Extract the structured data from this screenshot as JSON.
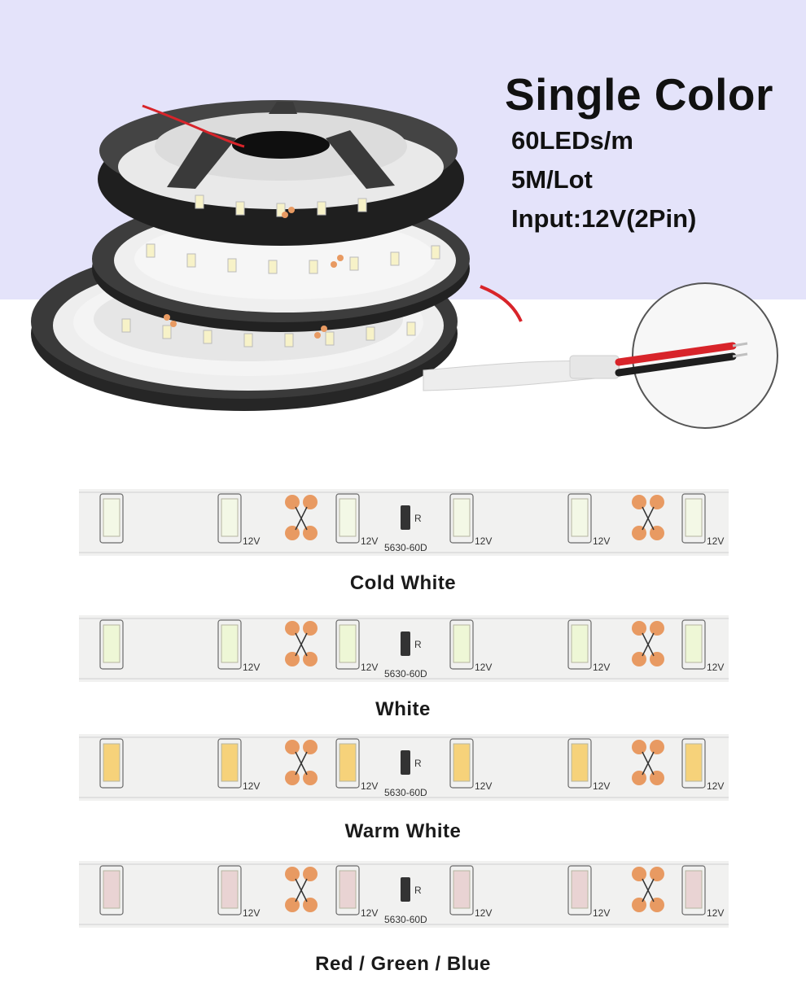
{
  "product": {
    "headline": "Single Color",
    "specs": [
      "60LEDs/m",
      "5M/Lot",
      "Input:12V(2Pin)"
    ]
  },
  "strips": [
    {
      "caption": "Cold White",
      "led_color": "#f3f8e6",
      "strip_marks": {
        "voltage": "12V",
        "model": "5630-60D",
        "resistor": "R"
      }
    },
    {
      "caption": "White",
      "led_color": "#eef7d6",
      "strip_marks": {
        "voltage": "12V",
        "model": "5630-60D",
        "resistor": "R"
      }
    },
    {
      "caption": "Warm White",
      "led_color": "#f6d27a",
      "strip_marks": {
        "voltage": "12V",
        "model": "5630-60D",
        "resistor": "R"
      }
    },
    {
      "caption": "Red / Green / Blue",
      "led_color": "#e9d3d3",
      "strip_marks": {
        "voltage": "12V",
        "model": "5630-60D",
        "resistor": "R"
      }
    }
  ],
  "colors": {
    "band": "#e4e3fa",
    "strip_body": "#f1f1f0",
    "solder_pad": "#e89a62",
    "reel": "#2b2b2b",
    "wire_red": "#d8242a",
    "wire_black": "#1e1e1e"
  }
}
